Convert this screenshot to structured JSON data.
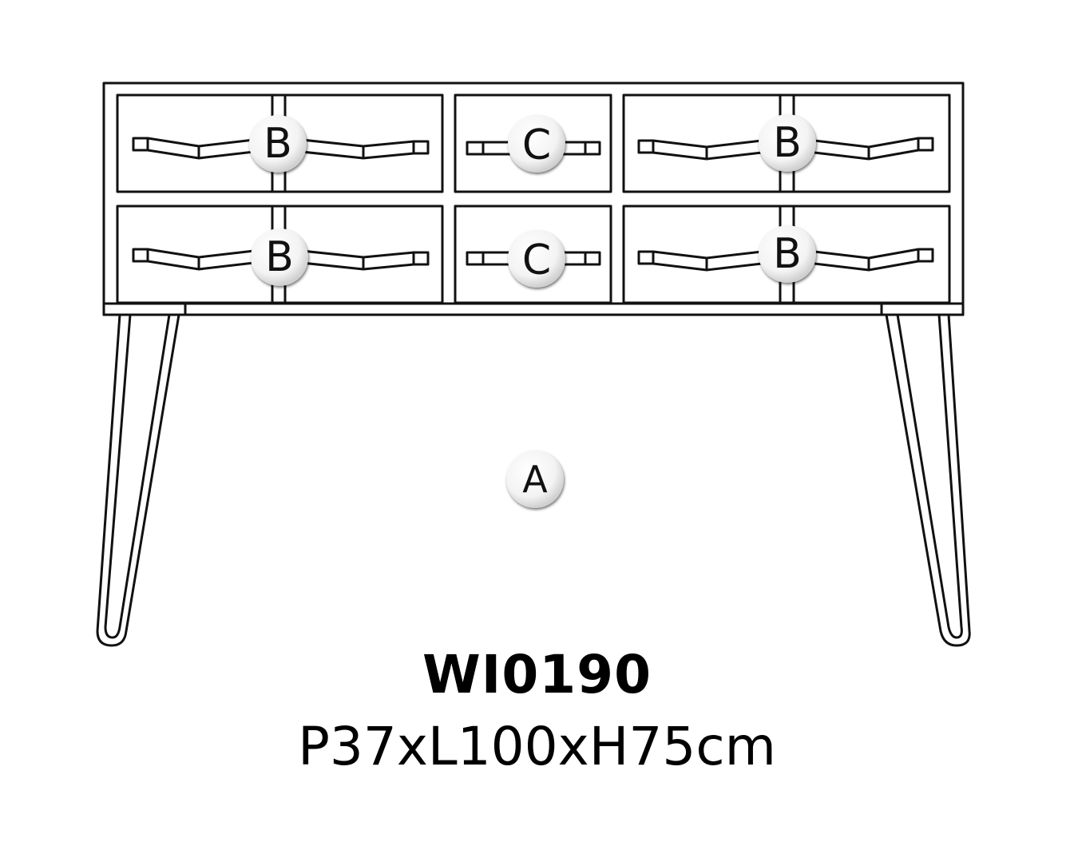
{
  "product": {
    "model_code": "WI0190",
    "dimensions": "P37xL100xH75cm"
  },
  "callouts": {
    "drawer_top_left": "B",
    "drawer_top_middle": "C",
    "drawer_top_right": "B",
    "drawer_bottom_left": "B",
    "drawer_bottom_middle": "C",
    "drawer_bottom_right": "B",
    "body": "A"
  },
  "colors": {
    "line": "#111111",
    "background": "#ffffff"
  }
}
